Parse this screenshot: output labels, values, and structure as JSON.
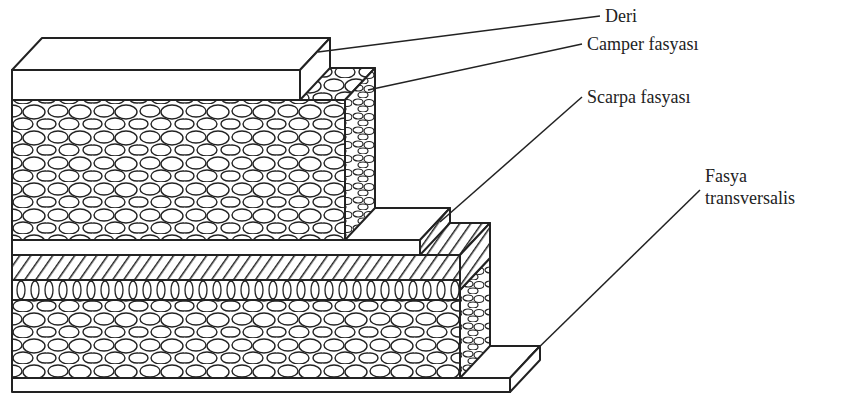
{
  "diagram": {
    "labels": [
      "Deri",
      "Camper fasyası",
      "Scarpa fasyası",
      "Fasya transversalis"
    ]
  }
}
